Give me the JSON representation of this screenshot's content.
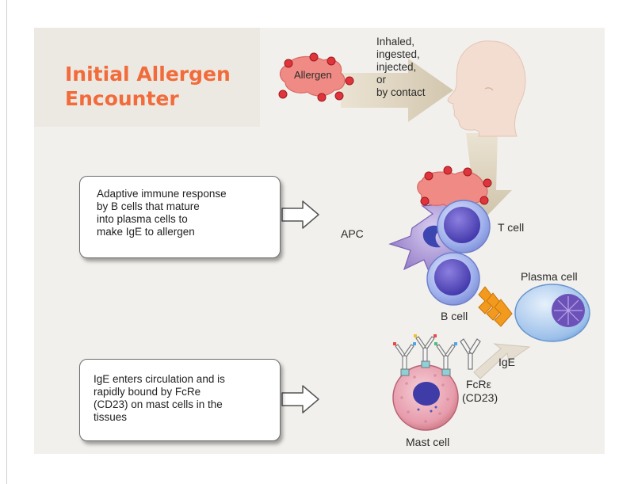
{
  "title": {
    "line1": "Initial  Allergen",
    "line2": "Encounter"
  },
  "allergen_label": "Allergen",
  "routes": [
    "Inhaled,",
    "ingested,",
    "injected,",
    "or",
    "by contact"
  ],
  "note_adaptive": [
    "Adaptive immune response",
    "by B cells that mature",
    "into plasma cells to",
    "make IgE to allergen"
  ],
  "note_ige": [
    "IgE enters circulation and is",
    "rapidly bound by FcRe",
    "(CD23) on mast cells in the",
    "tissues"
  ],
  "cells": {
    "apc": "APC",
    "t_cell": "T cell",
    "b_cell": "B cell",
    "plasma_cell": "Plasma cell",
    "ige": "IgE",
    "fcre_line1": "FcRε",
    "fcre_line2": "(CD23)",
    "mast_cell": "Mast cell"
  },
  "colors": {
    "title": "#f26b3a",
    "allergen": "#f08a84",
    "allergen_bead": "#e0343c",
    "apc": "#a78fd0",
    "lymphocyte": "#8a9ee8",
    "plasma_cell": "#8db7e6",
    "mast_cell": "#e7a0ad",
    "arrow_orange": "#f29a1d"
  }
}
